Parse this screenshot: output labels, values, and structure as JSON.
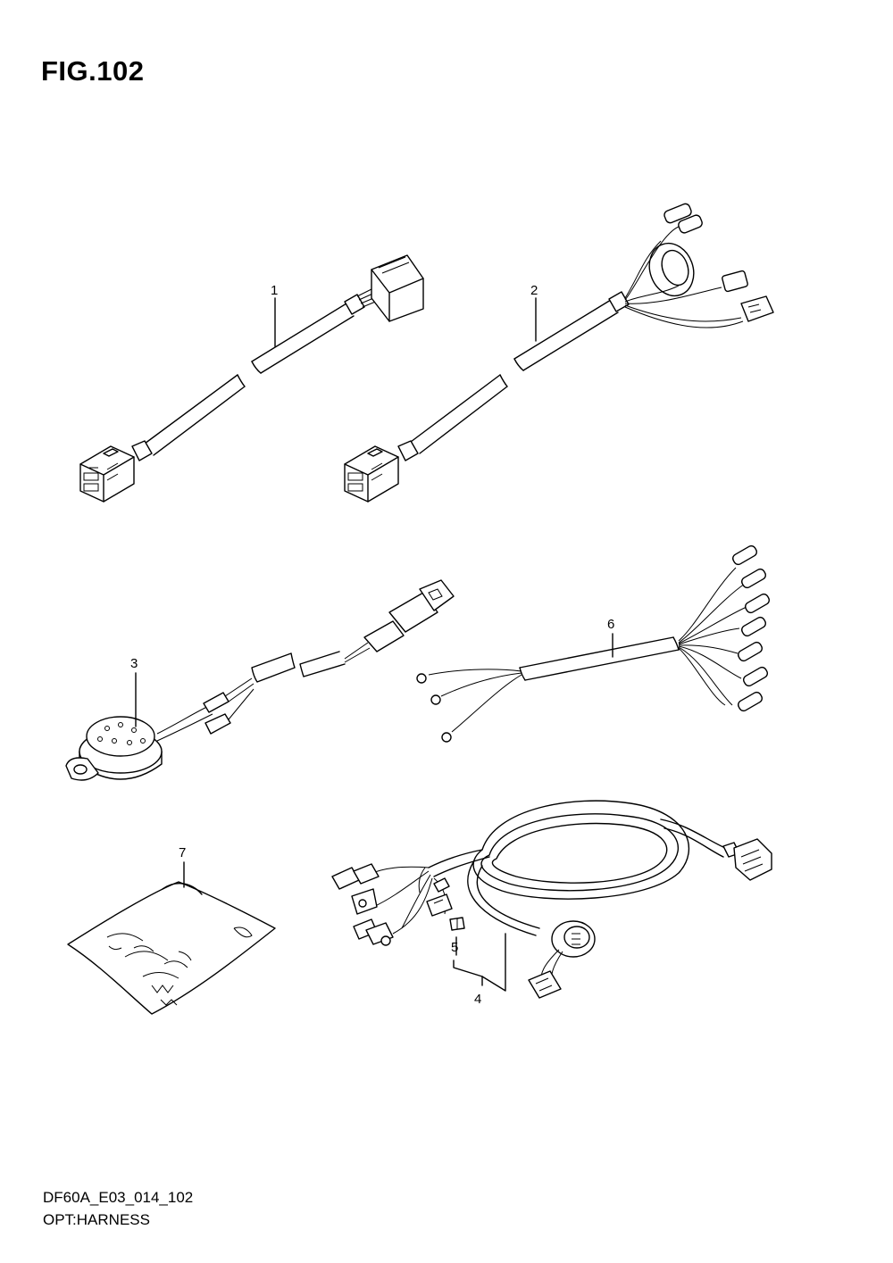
{
  "figure": {
    "title": "FIG.102",
    "model_code": "DF60A_E03_014_102",
    "caption": "OPT:HARNESS"
  },
  "callouts": [
    {
      "id": "1",
      "label": "1"
    },
    {
      "id": "2",
      "label": "2"
    },
    {
      "id": "3",
      "label": "3"
    },
    {
      "id": "4",
      "label": "4"
    },
    {
      "id": "5",
      "label": "5"
    },
    {
      "id": "6",
      "label": "6"
    },
    {
      "id": "7",
      "label": "7"
    }
  ]
}
